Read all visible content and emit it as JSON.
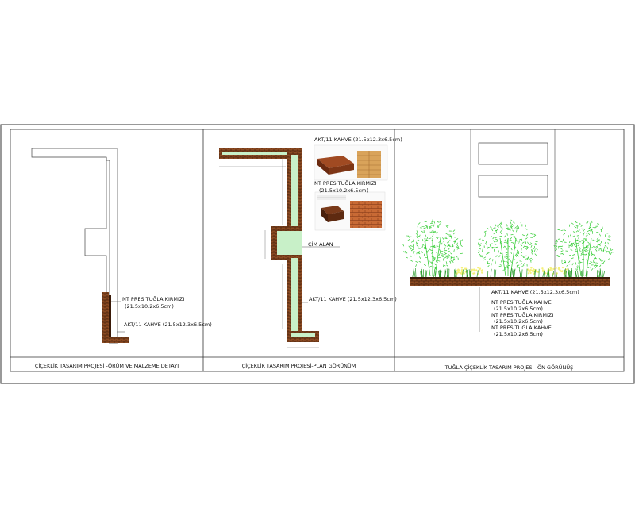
{
  "panels": [
    {
      "caption": "ÇİÇEKLİK TASARIM PROJESİ -ÖRÜM VE MALZEME DETAYI",
      "labels": [
        {
          "line1": "NT PRES TUĞLA KIRMIZI",
          "line2": "(21.5x10.2x6.5cm)"
        },
        {
          "line1": "AKT/11 KAHVE (21.5x12.3x6.5cm)",
          "line2": ""
        }
      ]
    },
    {
      "caption": "ÇİÇEKLİK TASARIM PROJESİ-PLAN GÖRÜNÜM",
      "product_top": {
        "line1": "AKT/11 KAHVE (21.5x12.3x6.5cm)"
      },
      "product_bottom": {
        "line1": "NT PRES TUĞLA KIRMIZI",
        "line2": "(21.5x10.2x6.5cm)"
      },
      "grass_label": "ÇİM ALAN",
      "brick_label": "AKT/11 KAHVE (21.5x12.3x6.5cm)"
    },
    {
      "caption": "TUĞLA ÇİÇEKLİK TASARIM PROJESİ -ÖN GÖRÜNÜŞ",
      "labels": [
        {
          "line1": "AKT/11 KAHVE (21.5x12.3x6.5cm)",
          "line2": ""
        },
        {
          "line1": "NT PRES TUĞLA KAHVE",
          "line2": "(21.5x10.2x6.5cm)"
        },
        {
          "line1": "NT PRES TUĞLA KIRMIZI",
          "line2": "(21.5x10.2x6.5cm)"
        },
        {
          "line1": "NT PRES TUĞLA KAHVE",
          "line2": "(21.5x10.2x6.5cm)"
        }
      ]
    }
  ],
  "colors": {
    "line": "#333333",
    "brick_dark": "#5a2a12",
    "brick_mid": "#8b4a22",
    "grass": "#c8f0c8",
    "plant": "#33cc33",
    "flower": "#f5f07a",
    "brick_red": "#c0612b",
    "brick_tan": "#d9a35a"
  }
}
